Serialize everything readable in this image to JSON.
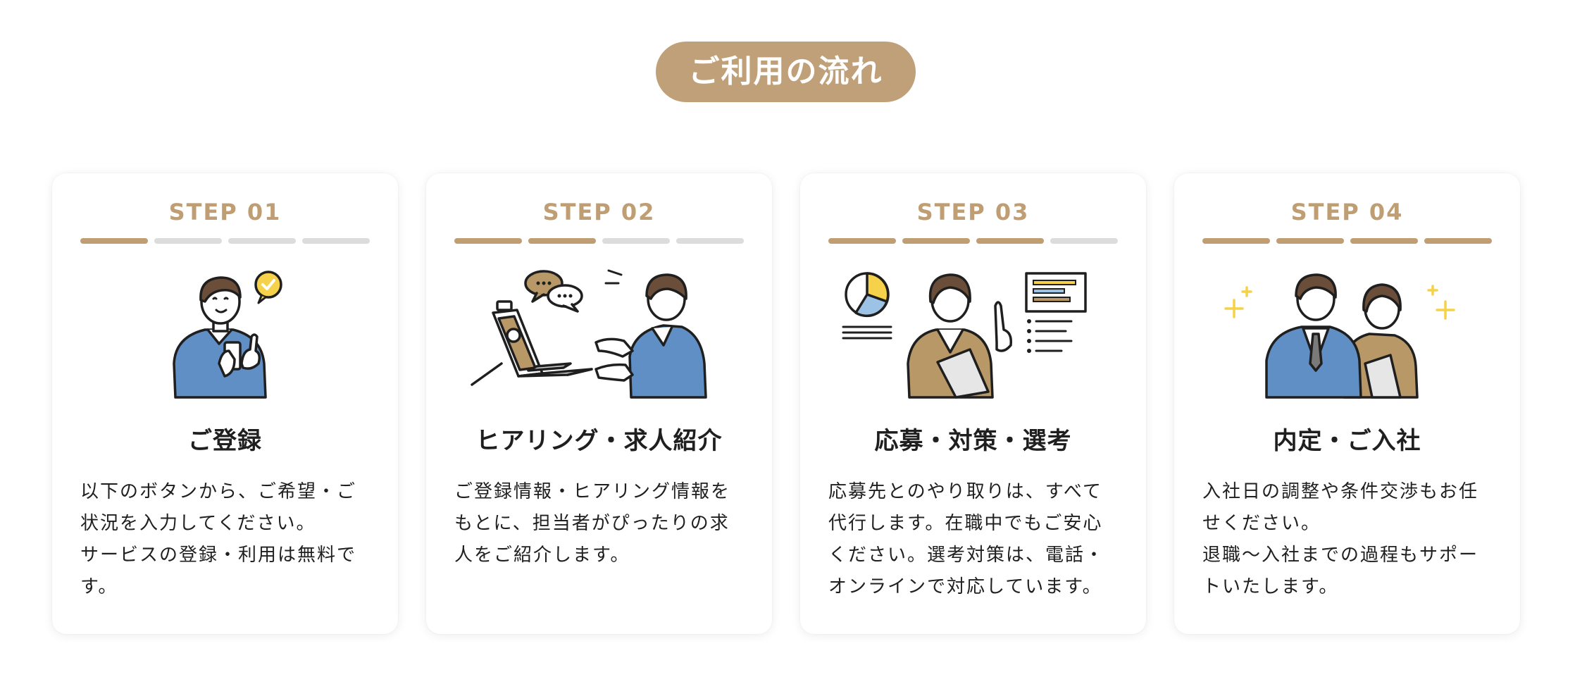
{
  "header": {
    "title": "ご利用の流れ"
  },
  "colors": {
    "accent": "#bf9e74",
    "inactive": "#dcdcdc",
    "shirt_blue": "#5f8fc4",
    "jacket_tan": "#b89866",
    "yellow": "#f5d24a"
  },
  "steps": [
    {
      "label": "STEP 01",
      "progress_filled": 1,
      "illustration": "man-with-smartphone-check",
      "title": "ご登録",
      "desc": [
        "以下のボタンから、ご希望・ご状況を入力してください。",
        "サービスの登録・利用は無料です。"
      ]
    },
    {
      "label": "STEP 02",
      "progress_filled": 2,
      "illustration": "online-video-interview",
      "title": "ヒアリング・求人紹介",
      "desc": [
        "ご登録情報・ヒアリング情報をもとに、担当者がぴったりの求人をご紹介します。"
      ]
    },
    {
      "label": "STEP 03",
      "progress_filled": 3,
      "illustration": "woman-presenting-charts",
      "title": "応募・対策・選考",
      "desc": [
        "応募先とのやり取りは、すべて代行します。在職中でもご安心ください。選考対策は、電話・オンラインで対応しています。"
      ]
    },
    {
      "label": "STEP 04",
      "progress_filled": 4,
      "illustration": "new-hires-sparkle",
      "title": "内定・ご入社",
      "desc": [
        "入社日の調整や条件交渉もお任せください。",
        "退職〜入社までの過程もサポートいたします。"
      ]
    }
  ]
}
